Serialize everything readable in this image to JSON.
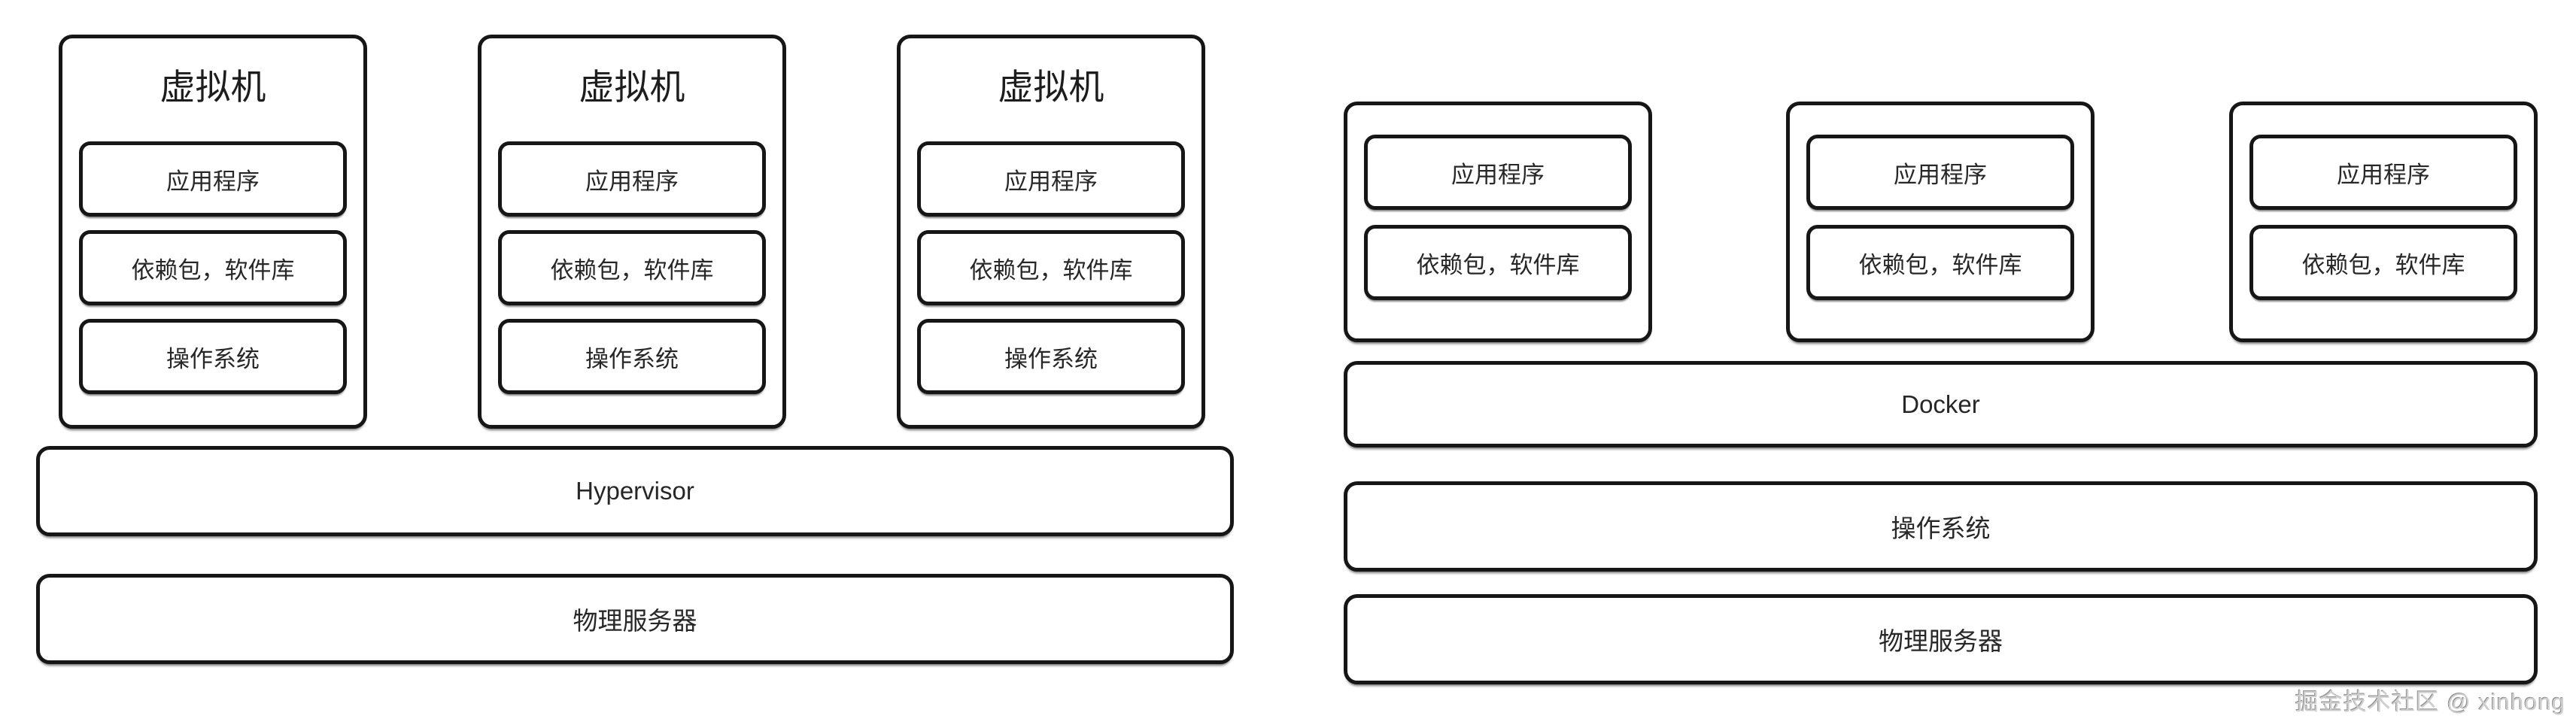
{
  "page": {
    "background": "#ffffff",
    "border_color": "#161616",
    "text_color": "#272727",
    "watermark_color": "#cfcfcf"
  },
  "left_stack": {
    "vms": [
      {
        "title": "虚拟机",
        "layers": [
          {
            "label": "应用程序"
          },
          {
            "label": "依赖包，软件库"
          },
          {
            "label": "操作系统"
          }
        ]
      },
      {
        "title": "虚拟机",
        "layers": [
          {
            "label": "应用程序"
          },
          {
            "label": "依赖包，软件库"
          },
          {
            "label": "操作系统"
          }
        ]
      },
      {
        "title": "虚拟机",
        "layers": [
          {
            "label": "应用程序"
          },
          {
            "label": "依赖包，软件库"
          },
          {
            "label": "操作系统"
          }
        ]
      }
    ],
    "hypervisor_label": "Hypervisor",
    "physical_server_label": "物理服务器"
  },
  "right_stack": {
    "containers": [
      {
        "layers": [
          {
            "label": "应用程序"
          },
          {
            "label": "依赖包，软件库"
          }
        ]
      },
      {
        "layers": [
          {
            "label": "应用程序"
          },
          {
            "label": "依赖包，软件库"
          }
        ]
      },
      {
        "layers": [
          {
            "label": "应用程序"
          },
          {
            "label": "依赖包，软件库"
          }
        ]
      }
    ],
    "docker_label": "Docker",
    "os_label": "操作系统",
    "physical_server_label": "物理服务器"
  },
  "watermark": "掘金技术社区 @ xinhong"
}
